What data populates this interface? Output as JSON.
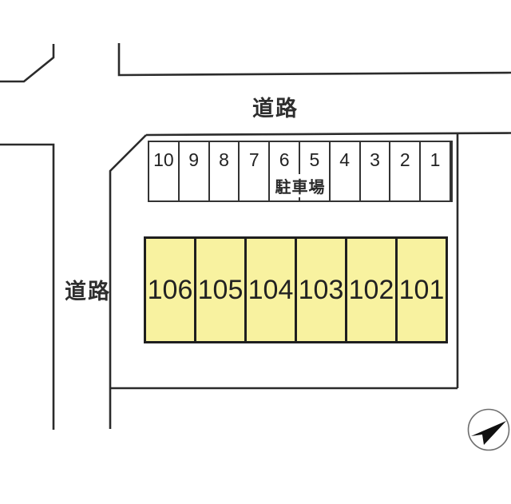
{
  "site_plan": {
    "roads": {
      "top_label": "道路",
      "left_label": "道路"
    },
    "parking": {
      "label": "駐車場",
      "spaces": [
        "10",
        "9",
        "8",
        "7",
        "6",
        "5",
        "4",
        "3",
        "2",
        "1"
      ]
    },
    "units": [
      "106",
      "105",
      "104",
      "103",
      "102",
      "101"
    ],
    "colors": {
      "unit_fill": "#f8f2a0",
      "line": "#2b2b2b",
      "arrow": "#101010"
    },
    "icons": {
      "compass": "north-arrow-icon"
    }
  }
}
